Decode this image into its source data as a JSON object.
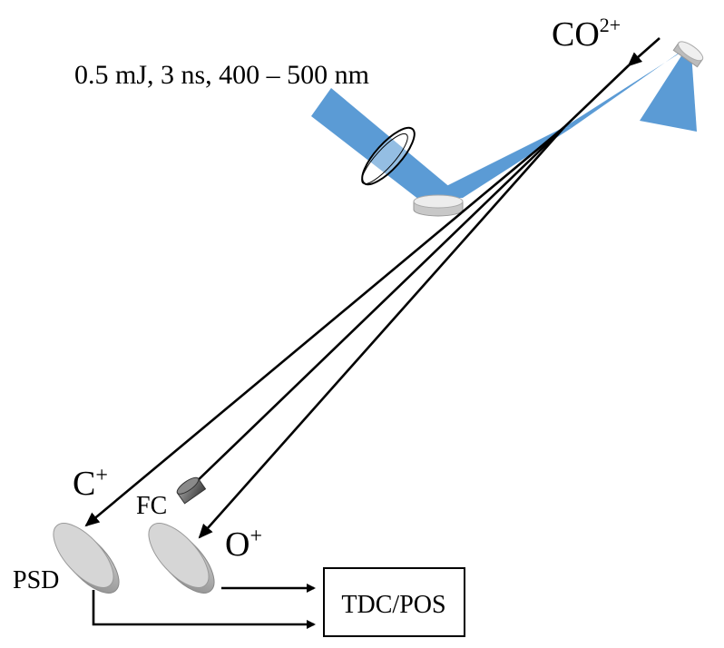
{
  "labels": {
    "laser_params": "0.5 mJ, 3 ns, 400 – 500 nm",
    "ion_beam": "CO",
    "ion_beam_charge": "2+",
    "fragment_c": "C",
    "fragment_c_charge": "+",
    "fragment_o": "O",
    "fragment_o_charge": "+",
    "faraday_cup": "FC",
    "detector": "PSD",
    "electronics": "TDC/POS"
  },
  "colors": {
    "laser_beam": "#5b9bd5",
    "lines": "#000000",
    "mirror_top": "#e6e6e6",
    "detector": "#bdbdbd",
    "faraday_cup": "#6e6e6e"
  }
}
